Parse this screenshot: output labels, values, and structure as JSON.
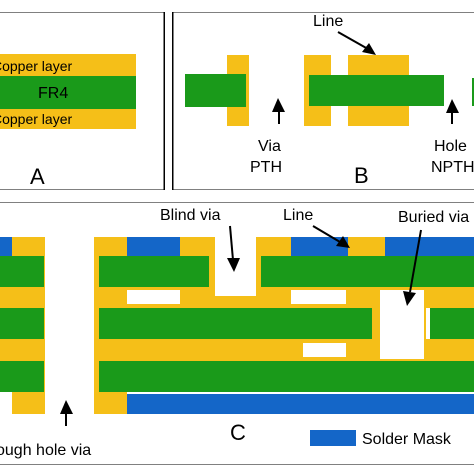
{
  "panels": {
    "a": {
      "letter": "A",
      "top_layer_label": "Copper layer",
      "core_label": "FR4",
      "bottom_layer_label": "Copper layer"
    },
    "b": {
      "letter": "B",
      "line_label": "Line",
      "via_label": "Via",
      "pth_label": "PTH",
      "hole_label": "Hole",
      "npth_label": "NPTH"
    },
    "c": {
      "letter": "C",
      "blind_via_label": "Blind via",
      "line_label": "Line",
      "buried_via_label": "Buried via",
      "through_hole_label": "Through hole via",
      "legend_label": "Solder Mask"
    }
  },
  "colors": {
    "copper": "#f5bf18",
    "fr4": "#1a9a1a",
    "solder_mask": "#1466c8",
    "border": "#000000",
    "background": "#ffffff"
  }
}
